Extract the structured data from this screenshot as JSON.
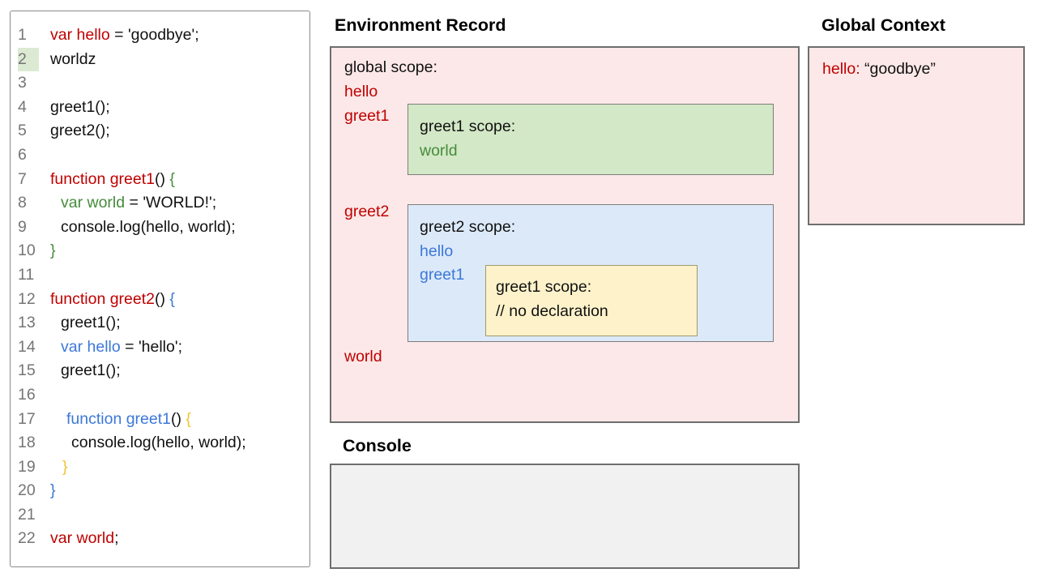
{
  "colors": {
    "red": "#c00000",
    "green": "#468c3c",
    "blue": "#3c78d8",
    "gold": "#f1c232",
    "black": "#111111",
    "line-number": "#757575",
    "line-highlight": "#dcead3",
    "pink-bg": "#fce8e8",
    "green-bg": "#d3e8c6",
    "blue-bg": "#dce9f9",
    "yellow-bg": "#fdf2ca",
    "console-bg": "#f1f1f1"
  },
  "code_panel": {
    "highlighted_line": 2,
    "lines": [
      {
        "num": 1,
        "indent": 0,
        "tokens": [
          {
            "t": "var hello",
            "c": "red"
          },
          {
            "t": " = 'goodbye';",
            "c": "black"
          }
        ]
      },
      {
        "num": 2,
        "indent": 0,
        "tokens": [
          {
            "t": "worldz",
            "c": "black"
          }
        ]
      },
      {
        "num": 3,
        "indent": 0,
        "tokens": []
      },
      {
        "num": 4,
        "indent": 0,
        "tokens": [
          {
            "t": "greet1();",
            "c": "black"
          }
        ]
      },
      {
        "num": 5,
        "indent": 0,
        "tokens": [
          {
            "t": "greet2();",
            "c": "black"
          }
        ]
      },
      {
        "num": 6,
        "indent": 0,
        "tokens": []
      },
      {
        "num": 7,
        "indent": 0,
        "tokens": [
          {
            "t": "function greet1",
            "c": "red"
          },
          {
            "t": "() ",
            "c": "black"
          },
          {
            "t": "{",
            "c": "green"
          }
        ]
      },
      {
        "num": 8,
        "indent": 13,
        "tokens": [
          {
            "t": "var world",
            "c": "green"
          },
          {
            "t": " = 'WORLD!';",
            "c": "black"
          }
        ]
      },
      {
        "num": 9,
        "indent": 13,
        "tokens": [
          {
            "t": "console.log(hello, world);",
            "c": "black"
          }
        ]
      },
      {
        "num": 10,
        "indent": 0,
        "tokens": [
          {
            "t": "}",
            "c": "green"
          }
        ]
      },
      {
        "num": 11,
        "indent": 0,
        "tokens": []
      },
      {
        "num": 12,
        "indent": 0,
        "tokens": [
          {
            "t": "function greet2",
            "c": "red"
          },
          {
            "t": "() ",
            "c": "black"
          },
          {
            "t": "{",
            "c": "blue"
          }
        ]
      },
      {
        "num": 13,
        "indent": 13,
        "tokens": [
          {
            "t": "greet1();",
            "c": "black"
          }
        ]
      },
      {
        "num": 14,
        "indent": 13,
        "tokens": [
          {
            "t": "var hello",
            "c": "blue"
          },
          {
            "t": " = 'hello';",
            "c": "black"
          }
        ]
      },
      {
        "num": 15,
        "indent": 13,
        "tokens": [
          {
            "t": "greet1();",
            "c": "black"
          }
        ]
      },
      {
        "num": 16,
        "indent": 0,
        "tokens": []
      },
      {
        "num": 17,
        "indent": 20,
        "tokens": [
          {
            "t": "function greet1",
            "c": "blue"
          },
          {
            "t": "() ",
            "c": "black"
          },
          {
            "t": "{",
            "c": "gold"
          }
        ]
      },
      {
        "num": 18,
        "indent": 26,
        "tokens": [
          {
            "t": "console.log(hello, world);",
            "c": "black"
          }
        ]
      },
      {
        "num": 19,
        "indent": 15,
        "tokens": [
          {
            "t": "}",
            "c": "gold"
          }
        ]
      },
      {
        "num": 20,
        "indent": 0,
        "tokens": [
          {
            "t": "}",
            "c": "blue"
          }
        ]
      },
      {
        "num": 21,
        "indent": 0,
        "tokens": []
      },
      {
        "num": 22,
        "indent": 0,
        "tokens": [
          {
            "t": "var world",
            "c": "red"
          },
          {
            "t": ";",
            "c": "black"
          }
        ]
      }
    ]
  },
  "environment_record": {
    "title": "Environment Record",
    "global_scope": {
      "label": "global scope:",
      "binding_hello": "hello",
      "binding_greet1": "greet1",
      "binding_greet2": "greet2",
      "binding_world": "world"
    },
    "greet1_scope": {
      "label": "greet1 scope:",
      "binding_world": "world"
    },
    "greet2_scope": {
      "label": "greet2 scope:",
      "binding_hello": "hello",
      "binding_greet1": "greet1"
    },
    "greet2_inner_greet1_scope": {
      "label": "greet1 scope:",
      "comment": "// no declaration"
    }
  },
  "global_context": {
    "title": "Global Context",
    "entry_key": "hello:",
    "entry_value": "“goodbye”"
  },
  "console_panel": {
    "title": "Console",
    "content": ""
  }
}
